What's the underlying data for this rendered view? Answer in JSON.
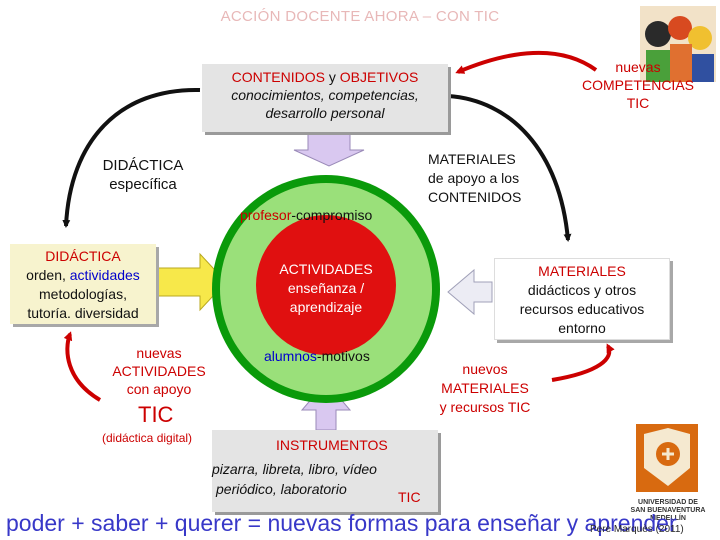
{
  "title": "ACCIÓN DOCENTE AHORA – CON TIC",
  "colors": {
    "red": "#cc0000",
    "blue": "#0000cc",
    "green": "#0a9a0a",
    "yellow": "#f7f3ce",
    "gray": "#e4e4e4",
    "light_green": "#9ae07a"
  },
  "top_box": {
    "contenidos": "CONTENIDOS",
    "y": "y",
    "objetivos": "OBJETIVOS",
    "line2": "conocimientos, competencias,",
    "line3": "desarrollo personal"
  },
  "competencias": {
    "line1": "nuevas",
    "line2": "COMPETENCIAS",
    "line3": "TIC"
  },
  "didactica_especifica": {
    "line1": "DIDÁCTICA",
    "line2": "específica"
  },
  "materiales_contenidos": {
    "line1": "MATERIALES",
    "line2": "de apoyo a los",
    "line3": "CONTENIDOS"
  },
  "circle": {
    "profesor": "profesor",
    "compromiso": "-compromiso",
    "center_line1": "ACTIVIDADES",
    "center_line2": "enseñanza /",
    "center_line3": "aprendizaje",
    "alumnos": "alumnos",
    "motivos": "-motivos"
  },
  "didactica_box": {
    "title": "DIDÁCTICA",
    "orden": "orden, ",
    "actividades": "actividades",
    "line3": "metodologías,",
    "line4": "tutoría. diversidad"
  },
  "materiales_box": {
    "line1": "MATERIALES",
    "line2": "didácticos y otros",
    "line3": "recursos educativos",
    "line4": "entorno"
  },
  "nuevas_actividades": {
    "line1": "nuevas",
    "line2": "ACTIVIDADES",
    "line3": "con apoyo",
    "tic": "TIC",
    "line5": "(didáctica digital)"
  },
  "nuevos_materiales": {
    "line1": "nuevos",
    "line2": "MATERIALES",
    "line3": "y recursos TIC"
  },
  "instrumentos": {
    "title": "INSTRUMENTOS",
    "line2": "pizarra, libreta, libro, vídeo",
    "line3": "periódico, laboratorio",
    "tic": "TIC"
  },
  "footer": "poder + saber + querer = nuevas formas para enseñar y aprender",
  "author": "Pere Marquès (2011)",
  "logo": {
    "line1": "UNIVERSIDAD DE",
    "line2": "SAN BUENAVENTURA",
    "line3": "MEDELLÍN"
  },
  "icons": [
    "people-illustration-icon",
    "university-shield-icon"
  ]
}
